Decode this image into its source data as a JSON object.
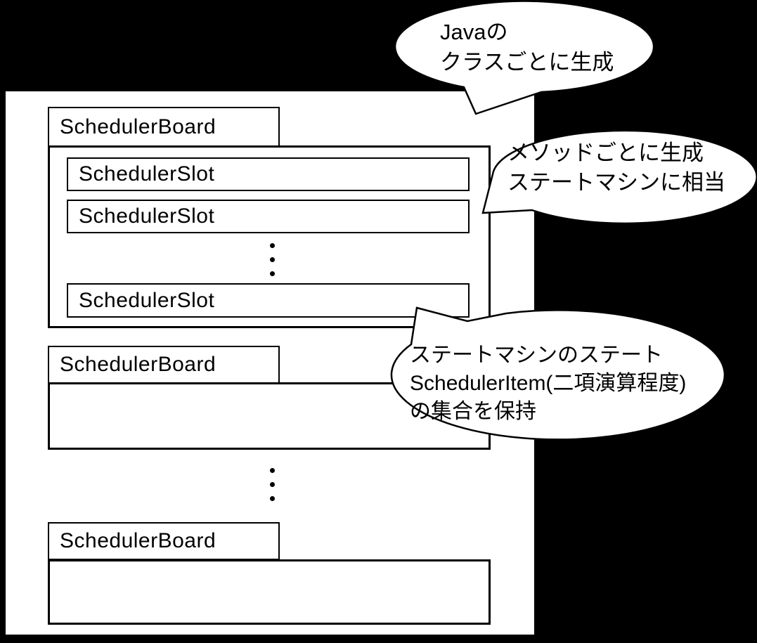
{
  "diagram": {
    "colors": {
      "background": "#000000",
      "panel": "#ffffff",
      "line": "#000000"
    },
    "boards": [
      {
        "label": "SchedulerBoard",
        "slots": [
          "SchedulerSlot",
          "SchedulerSlot",
          "SchedulerSlot"
        ]
      },
      {
        "label": "SchedulerBoard",
        "slots": []
      },
      {
        "label": "SchedulerBoard",
        "slots": []
      }
    ],
    "callouts": [
      {
        "name": "java-class-callout",
        "lines": [
          "Javaの",
          "クラスごとに生成"
        ]
      },
      {
        "name": "method-callout",
        "lines": [
          "メソッドごとに生成",
          "ステートマシンに相当"
        ]
      },
      {
        "name": "state-callout",
        "lines": [
          "ステートマシンのステート",
          "SchedulerItem(二項演算程度)",
          "の集合を保持"
        ]
      }
    ]
  }
}
